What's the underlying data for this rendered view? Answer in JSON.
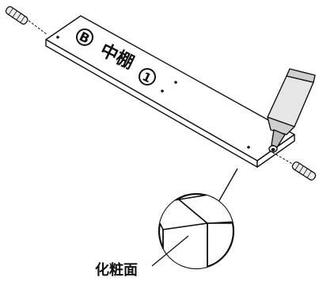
{
  "panel": {
    "circle_letter": "B",
    "name": "中棚",
    "number": "1"
  },
  "callout": {
    "label": "化粧面"
  },
  "colors": {
    "line": "#111111",
    "panel": "#ffffff",
    "glue_bottle": "#e6e6e6",
    "glue_dark": "#bdbdbd",
    "dowel": "#ececec"
  },
  "icons": [
    "dowel-icon",
    "glue-bottle-icon",
    "magnifier-callout-icon"
  ]
}
